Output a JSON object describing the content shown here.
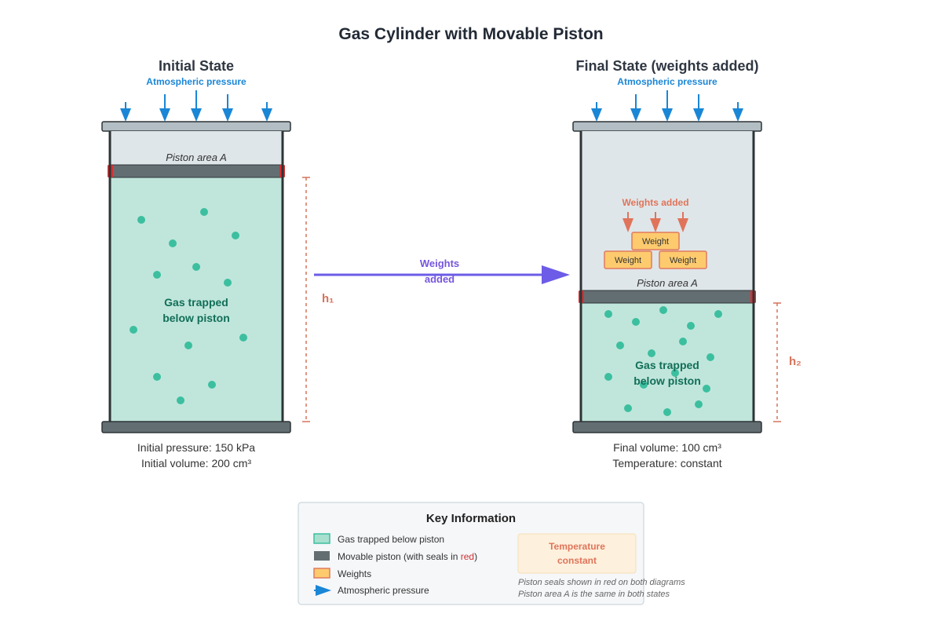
{
  "title": "Gas Cylinder with Movable Piston",
  "initial": {
    "heading": "Initial State",
    "atmospheric_label": "Atmospheric pressure",
    "piston_label": "Piston area A",
    "gas_label_line1": "Gas trapped",
    "gas_label_line2": "below piston",
    "height_label": "h₁",
    "info_line1": "Initial pressure: 150 kPa",
    "info_line2": "Initial volume: 200 cm³"
  },
  "final": {
    "heading": "Final State (weights added)",
    "atmospheric_label": "Atmospheric pressure",
    "weights_added_label": "Weights added",
    "weight_label": "Weight",
    "piston_label": "Piston area A",
    "gas_label_line1": "Gas trapped",
    "gas_label_line2": "below piston",
    "height_label": "h₂",
    "info_line1": "Final volume: 100 cm³",
    "info_line2": "Temperature: constant"
  },
  "transition": {
    "label_line1": "Weights",
    "label_line2": "added"
  },
  "key": {
    "title": "Key Information",
    "items": [
      "Gas trapped below piston",
      "Movable piston (with seals in ",
      "Weights",
      "Atmospheric pressure"
    ],
    "red_word": "red",
    "close_paren": ")",
    "temperature_line1": "Temperature",
    "temperature_line2": "constant",
    "note_line1": "Piston seals shown in red on both diagrams",
    "note_line2": "Piston area A is the same in both states"
  },
  "colors": {
    "gas_fill": "#c0e6db",
    "particle": "#3cbf9f",
    "piston": "#636e72",
    "seal": "#d63031",
    "weight_fill": "#fdcb6e",
    "weight_stroke": "#e07a5f",
    "atm_arrow": "#1a86d6",
    "transition_arrow": "#6c5ce7",
    "height_marker": "#d6735a"
  }
}
